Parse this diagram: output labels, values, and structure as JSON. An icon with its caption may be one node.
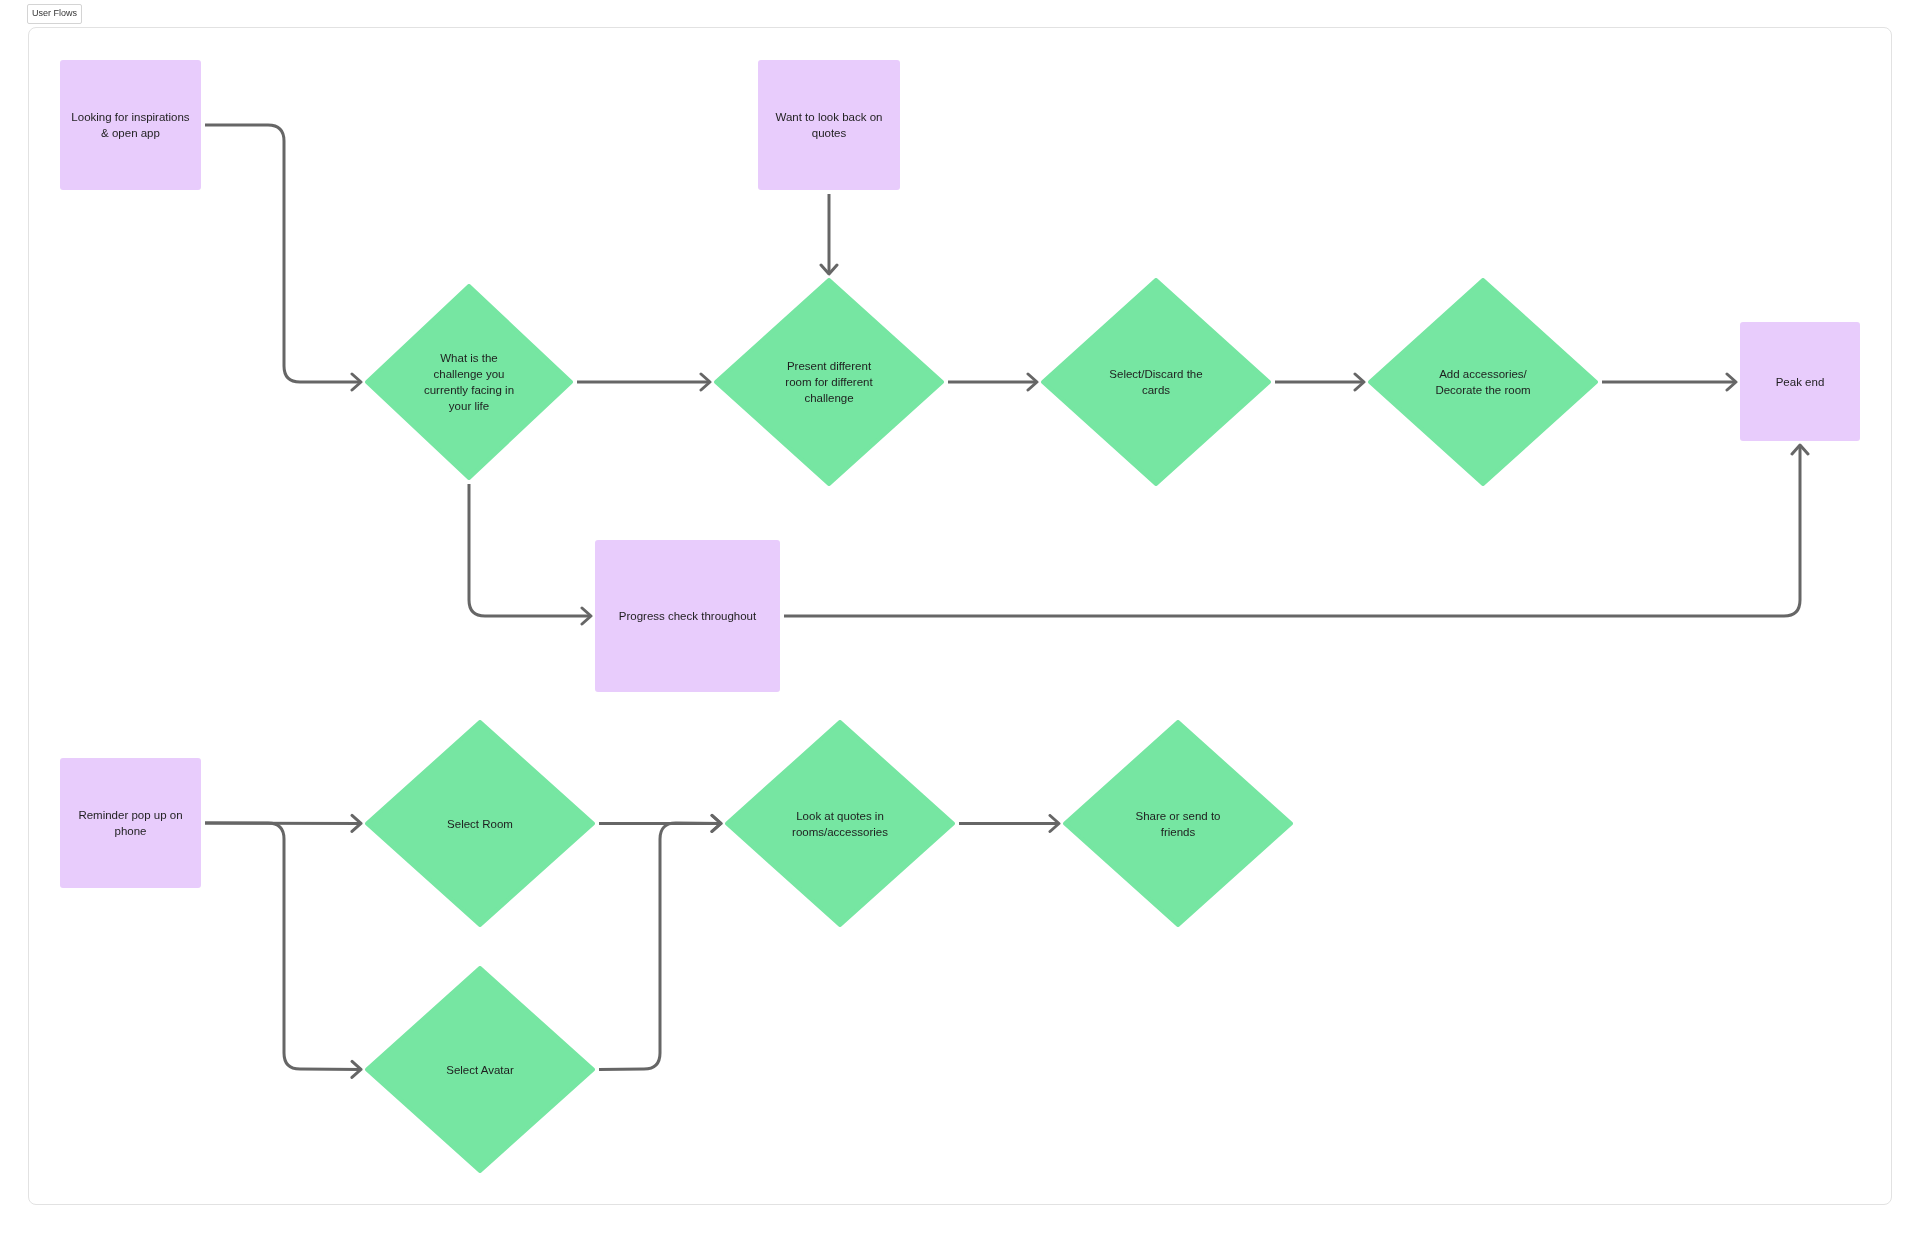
{
  "diagram": {
    "title": "User Flows",
    "nodes": [
      {
        "text": [
          "Looking for inspirations & open app"
        ]
      },
      {
        "text": [
          "Want to look back on quotes"
        ]
      },
      {
        "text": [
          "What is the challenge you currently facing in your life"
        ]
      },
      {
        "text": [
          "Present different room for different challenge"
        ]
      },
      {
        "text": [
          "Select/Discard the cards"
        ]
      },
      {
        "text": [
          "Add accessories/ Decorate the room"
        ]
      },
      {
        "text": [
          "Peak end"
        ]
      },
      {
        "text": [
          "Progress check throughout"
        ]
      },
      {
        "text": [
          "Reminder pop up on phone"
        ]
      },
      {
        "text": [
          "Select Room"
        ]
      },
      {
        "text": [
          "Select Avatar"
        ]
      },
      {
        "text": [
          "Look at quotes in rooms/accessories"
        ]
      },
      {
        "text": [
          "Share or send to friends"
        ]
      }
    ],
    "edges": [
      {
        "from": 0,
        "to": 2,
        "arrow": "to"
      },
      {
        "from": 1,
        "to": 3,
        "arrow": "to"
      },
      {
        "from": 2,
        "to": 3,
        "arrow": "to"
      },
      {
        "from": 3,
        "to": 4,
        "arrow": "to"
      },
      {
        "from": 4,
        "to": 5,
        "arrow": "to"
      },
      {
        "from": 5,
        "to": 6,
        "arrow": "to"
      },
      {
        "from": 2,
        "to": 7,
        "arrow": "to"
      },
      {
        "from": 7,
        "to": 6,
        "arrow": "to"
      },
      {
        "from": 8,
        "to": 9,
        "arrow": "to"
      },
      {
        "from": 8,
        "to": 10,
        "arrow": "to"
      },
      {
        "from": 9,
        "to": 11,
        "arrow": "to"
      },
      {
        "from": 10,
        "to": 11,
        "arrow": "to"
      },
      {
        "from": 11,
        "to": 12,
        "arrow": "to"
      }
    ]
  }
}
